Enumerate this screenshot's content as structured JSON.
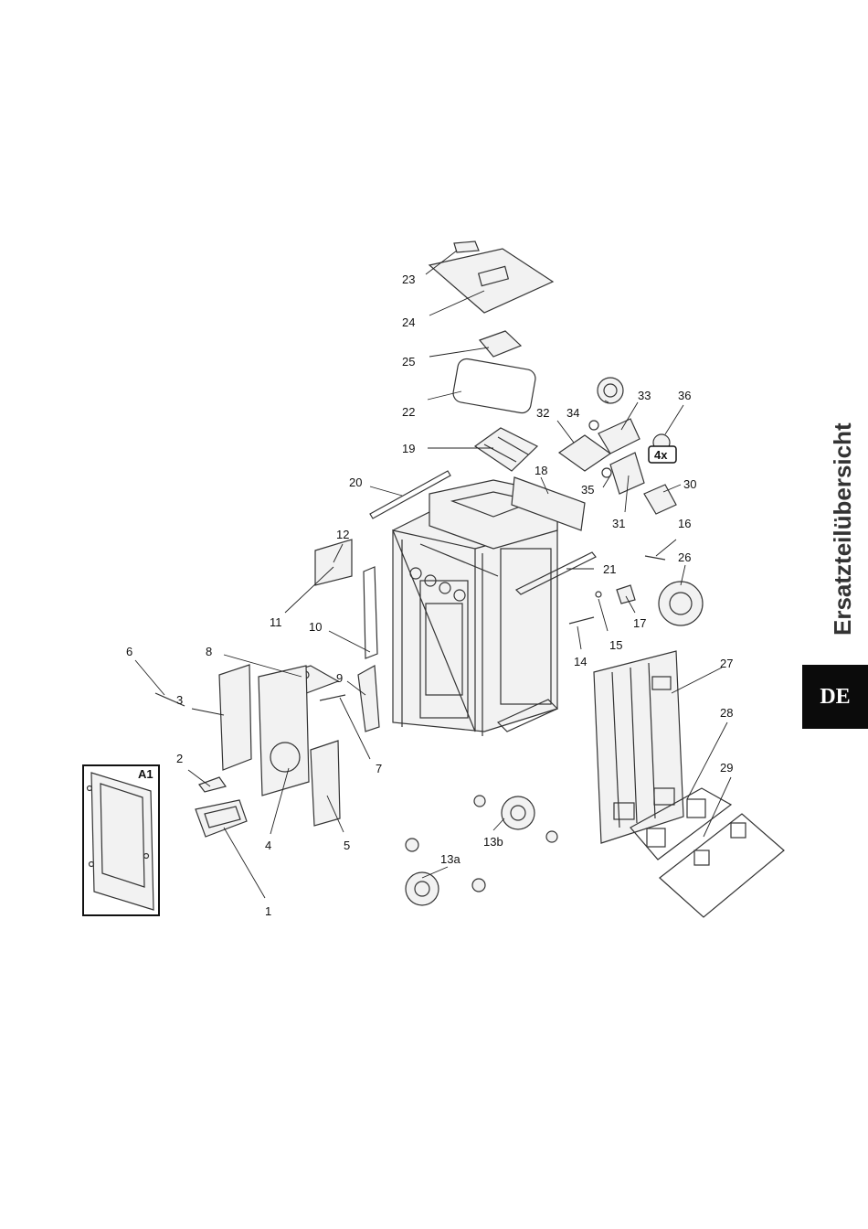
{
  "section_title": "Ersatzteilübersicht",
  "language_badge": "DE",
  "inset_label": "A1",
  "callouts": {
    "c1": "1",
    "c2": "2",
    "c3": "3",
    "c4": "4",
    "c5": "5",
    "c6": "6",
    "c7": "7",
    "c8": "8",
    "c9": "9",
    "c10": "10",
    "c11": "11",
    "c12": "12",
    "c13a": "13a",
    "c13b": "13b",
    "c14": "14",
    "c15": "15",
    "c16": "16",
    "c17": "17",
    "c18": "18",
    "c19": "19",
    "c20": "20",
    "c21": "21",
    "c22": "22",
    "c23": "23",
    "c24": "24",
    "c25": "25",
    "c26": "26",
    "c27": "27",
    "c28": "28",
    "c29": "29",
    "c30": "30",
    "c31": "31",
    "c32": "32",
    "c33": "33",
    "c34": "34",
    "c35": "35",
    "c36": "36"
  },
  "quantity_badge": "4x"
}
